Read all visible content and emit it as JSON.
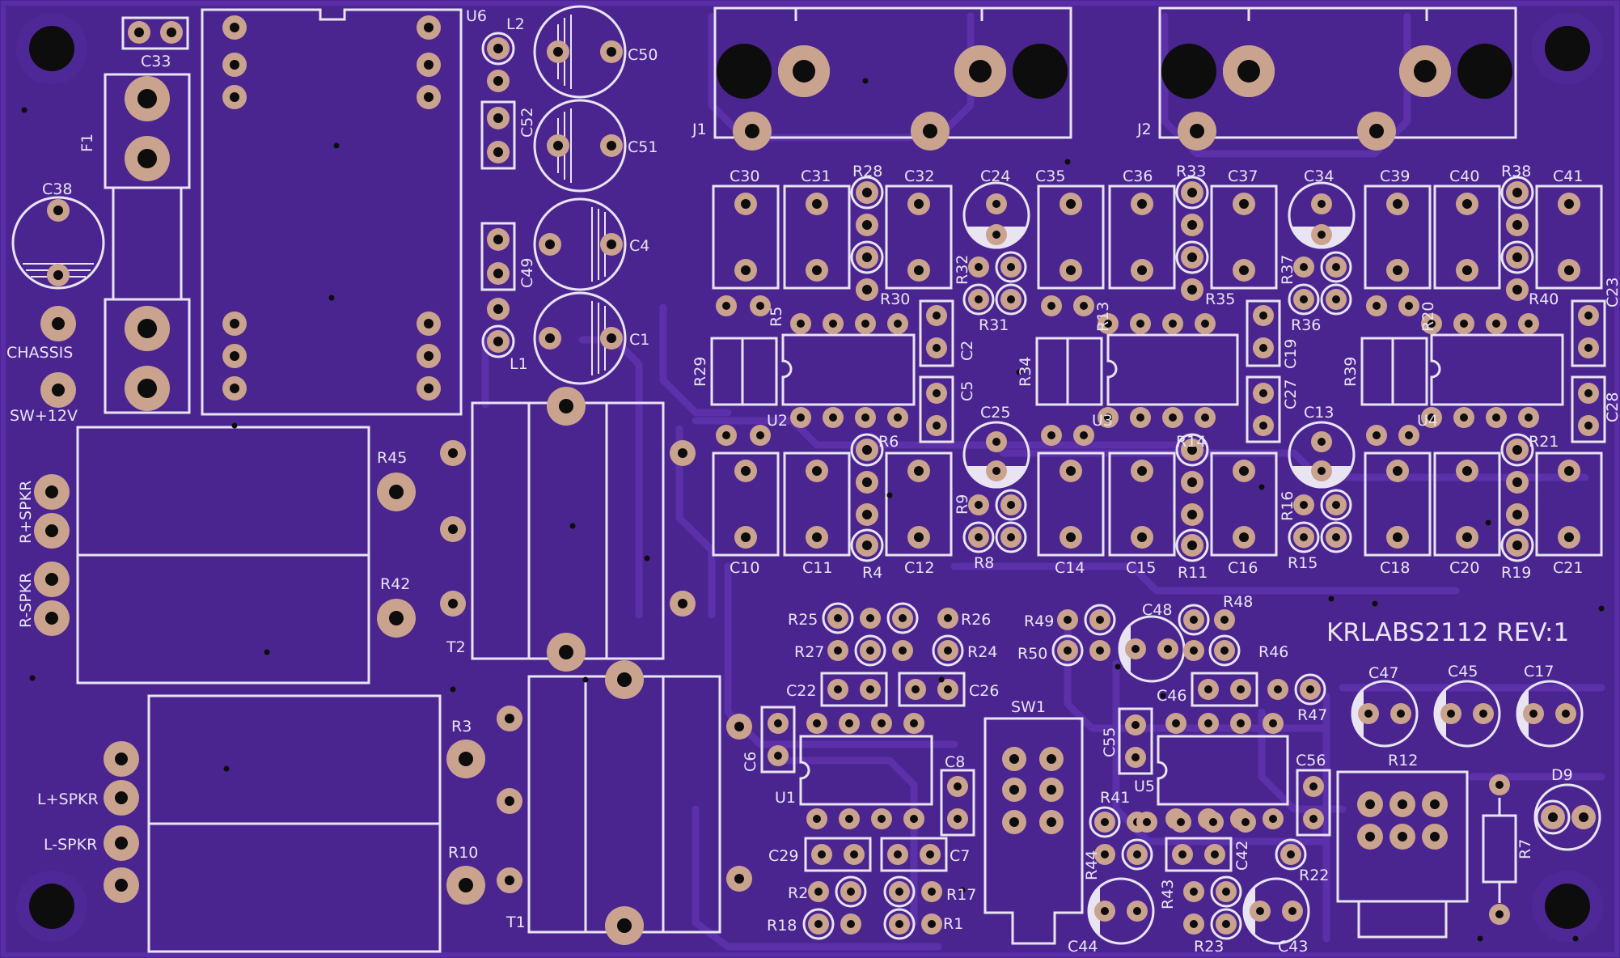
{
  "board": {
    "label": "KRLABS2112 REV:1",
    "colors": {
      "board": "#4a2590",
      "edge": "#5a2ca8",
      "trace": "#5b30a8",
      "silk": "#e9e4f2",
      "pad": "#caa38f",
      "hole": "#0d0d0d"
    }
  },
  "parts": {
    "j1": "J1",
    "j2": "J2",
    "u6": "U6",
    "l1": "L1",
    "l2": "L2",
    "c1": "C1",
    "c4": "C4",
    "c50": "C50",
    "c51": "C51",
    "c52": "C52",
    "c49": "C49",
    "c33": "C33",
    "c38": "C38",
    "f1": "F1",
    "chassis": "CHASSIS",
    "sw12": "SW+12V",
    "r45": "R45",
    "r42": "R42",
    "rps": "R+SPKR",
    "rms": "R-SPKR",
    "t2": "T2",
    "t1": "T1",
    "r3": "R3",
    "r10": "R10",
    "lps": "L+SPKR",
    "lms": "L-SPKR",
    "c30": "C30",
    "c31": "C31",
    "r28": "R28",
    "c32": "C32",
    "c24": "C24",
    "c35": "C35",
    "c36": "C36",
    "r33": "R33",
    "c37": "C37",
    "c34": "C34",
    "c39": "C39",
    "c40": "C40",
    "r38": "R38",
    "c41": "C41",
    "r30": "R30",
    "r32": "R32",
    "r31": "R31",
    "r35": "R35",
    "r37": "R37",
    "r36": "R36",
    "r40": "R40",
    "c23": "C23",
    "r5": "R5",
    "r13": "R13",
    "r20": "R20",
    "r29": "R29",
    "r34": "R34",
    "r39": "R39",
    "c2": "C2",
    "c5": "C5",
    "c19": "C19",
    "c27": "C27",
    "c28": "C28",
    "u2": "U2",
    "u3": "U3",
    "u4": "U4",
    "r6": "R6",
    "c25": "C25",
    "r14": "R14",
    "c13": "C13",
    "r21": "R21",
    "r9": "R9",
    "r8": "R8",
    "r16": "R16",
    "r15": "R15",
    "c10": "C10",
    "c11": "C11",
    "r4": "R4",
    "c12": "C12",
    "c14": "C14",
    "c15": "C15",
    "r11": "R11",
    "c16": "C16",
    "c18": "C18",
    "c20": "C20",
    "r19": "R19",
    "c21": "C21",
    "r25": "R25",
    "r26": "R26",
    "r27": "R27",
    "r24": "R24",
    "r49": "R49",
    "c48": "C48",
    "r48": "R48",
    "r50": "R50",
    "r46": "R46",
    "c22": "C22",
    "c26": "C26",
    "c46": "C46",
    "r47": "R47",
    "c47": "C47",
    "c45": "C45",
    "c17": "C17",
    "c6": "C6",
    "u1": "U1",
    "c8": "C8",
    "sw1": "SW1",
    "c55": "C55",
    "u5": "U5",
    "c56": "C56",
    "r12": "R12",
    "d9": "D9",
    "r7": "R7",
    "c29": "C29",
    "c7": "C7",
    "r2": "R2",
    "r17": "R17",
    "r18": "R18",
    "r1": "R1",
    "r41": "R41",
    "r44": "R44",
    "c42": "C42",
    "r22": "R22",
    "c44": "C44",
    "r43": "R43",
    "r23": "R23",
    "c43": "C43"
  }
}
